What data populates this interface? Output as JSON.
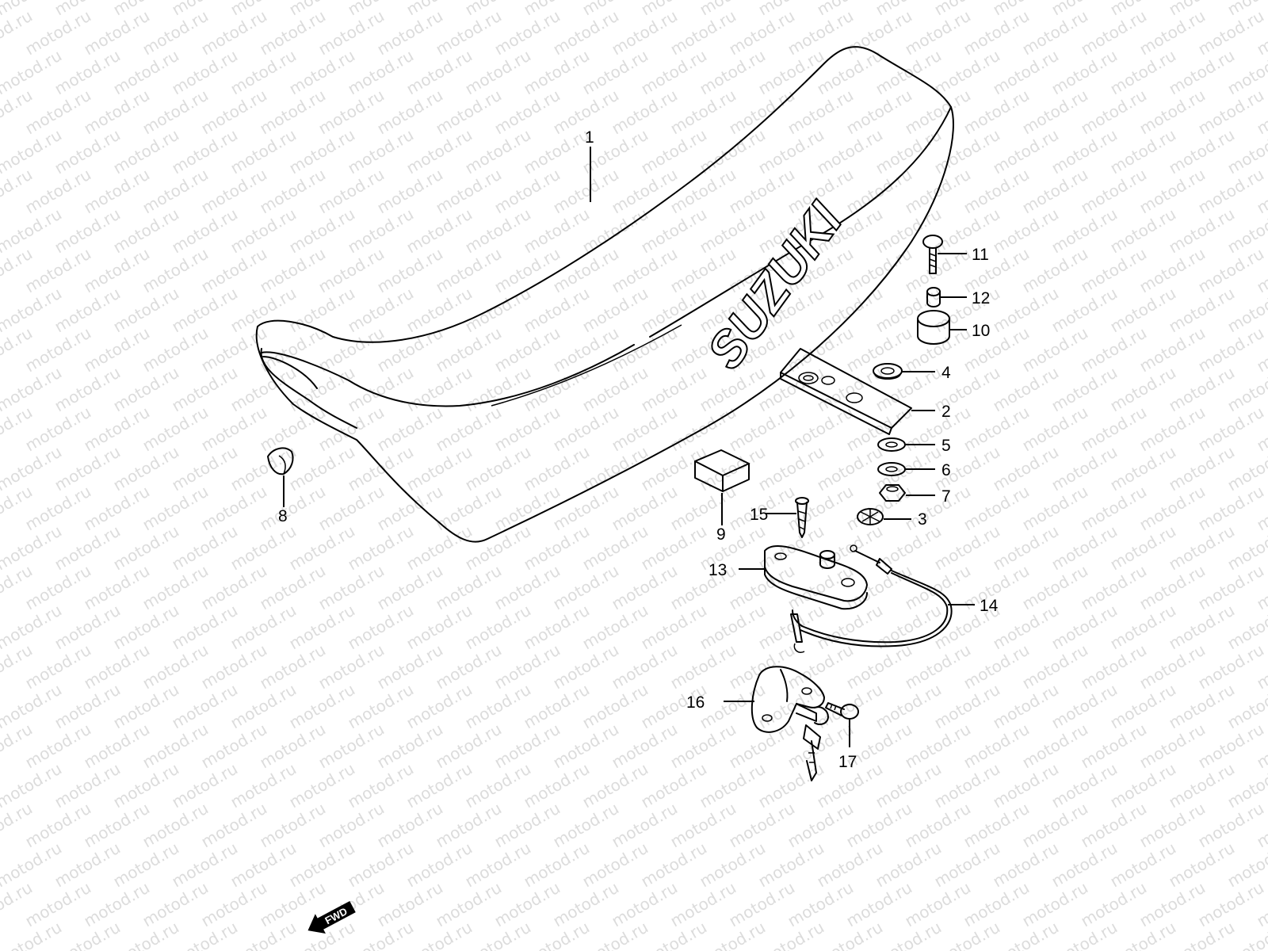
{
  "watermark": {
    "text": "motod.ru",
    "color": "#dcdcdc"
  },
  "brand_text": "SUZUKI",
  "fwd_badge": "FWD",
  "callouts": [
    {
      "id": "1",
      "label": "1"
    },
    {
      "id": "2",
      "label": "2"
    },
    {
      "id": "3",
      "label": "3"
    },
    {
      "id": "4",
      "label": "4"
    },
    {
      "id": "5",
      "label": "5"
    },
    {
      "id": "6",
      "label": "6"
    },
    {
      "id": "7",
      "label": "7"
    },
    {
      "id": "8",
      "label": "8"
    },
    {
      "id": "9",
      "label": "9"
    },
    {
      "id": "10",
      "label": "10"
    },
    {
      "id": "11",
      "label": "11"
    },
    {
      "id": "12",
      "label": "12"
    },
    {
      "id": "13",
      "label": "13"
    },
    {
      "id": "14",
      "label": "14"
    },
    {
      "id": "15",
      "label": "15"
    },
    {
      "id": "16",
      "label": "16"
    },
    {
      "id": "17",
      "label": "17"
    }
  ]
}
